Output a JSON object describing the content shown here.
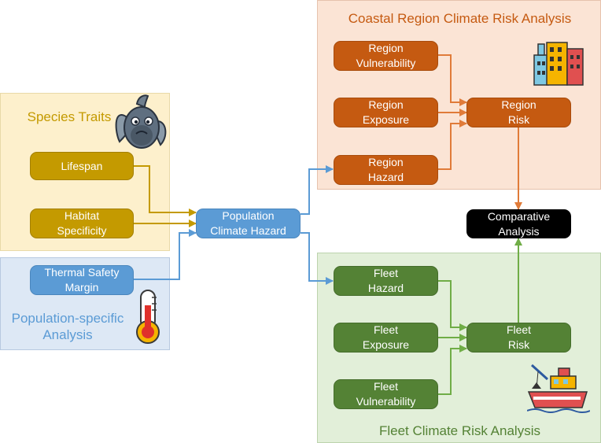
{
  "panels": {
    "species": {
      "title": "Species Traits",
      "color": "#c49a00",
      "fill": "#fdf0cc"
    },
    "population": {
      "title": "Population-specific\nAnalysis",
      "color": "#5b9bd5",
      "fill": "#dde8f5"
    },
    "coastal": {
      "title": "Coastal Region Climate Risk Analysis",
      "color": "#c55a11",
      "fill": "#fbe4d5"
    },
    "fleet": {
      "title": "Fleet Climate Risk Analysis",
      "color": "#548235",
      "fill": "#e2efd9"
    }
  },
  "nodes": {
    "lifespan": "Lifespan",
    "habitat": "Habitat\nSpecificity",
    "thermal": "Thermal Safety\nMargin",
    "population_hazard": "Population\nClimate Hazard",
    "region_vulnerability": "Region\nVulnerability",
    "region_exposure": "Region\nExposure",
    "region_hazard": "Region\nHazard",
    "region_risk": "Region\nRisk",
    "comparative": "Comparative\nAnalysis",
    "fleet_hazard": "Fleet\nHazard",
    "fleet_exposure": "Fleet\nExposure",
    "fleet_vulnerability": "Fleet\nVulnerability",
    "fleet_risk": "Fleet\nRisk"
  },
  "colors": {
    "species_node": "#c49a00",
    "population_node": "#5b9bd5",
    "region_node": "#c55a11",
    "fleet_node": "#548235",
    "comparative_node": "#000000",
    "species_arrow": "#c49a00",
    "population_arrow": "#5b9bd5",
    "region_arrow": "#e07b39",
    "fleet_arrow": "#70ad47"
  },
  "icons": [
    "fish-icon",
    "thermometer-icon",
    "buildings-icon",
    "ship-icon"
  ]
}
